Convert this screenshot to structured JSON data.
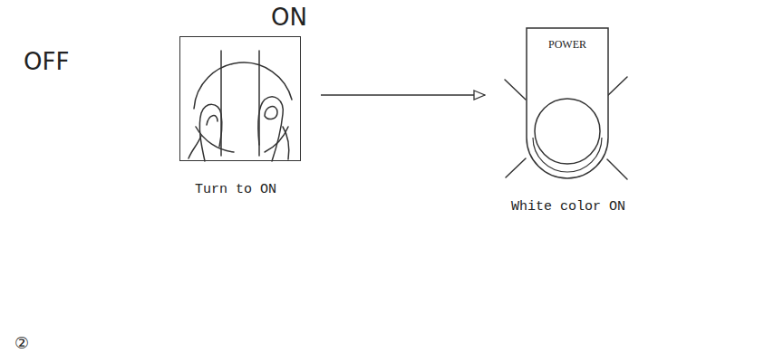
{
  "diagram": {
    "nodes": [
      {
        "text": [
          "ON",
          "OFF",
          "Turn to ON"
        ]
      },
      {
        "text": [
          "POWER",
          "White color ON"
        ]
      }
    ],
    "edges": [
      {
        "from": 0,
        "to": 1,
        "arrow": "to"
      }
    ],
    "labels": [
      "②"
    ]
  }
}
